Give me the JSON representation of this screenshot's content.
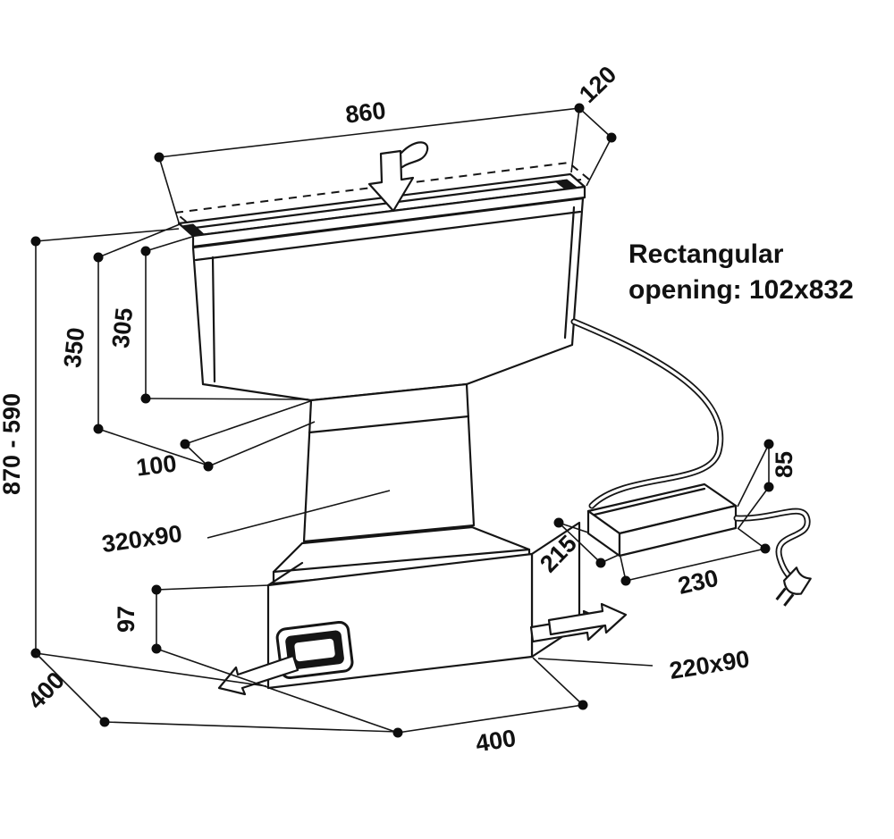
{
  "note": {
    "line1": "Rectangular",
    "line2": "opening: 102x832"
  },
  "dims": {
    "top_width": "860",
    "top_depth": "120",
    "height_range": "870 - 590",
    "panel_height_outer": "350",
    "panel_height_inner": "305",
    "bottom_offset": "100",
    "duct_section": "320x90",
    "base_height": "97",
    "base_depth": "400",
    "base_width": "400",
    "outlet_section": "220x90",
    "box_depth": "215",
    "box_length": "230",
    "box_height": "85"
  },
  "colors": {
    "line": "#151515",
    "background": "#ffffff"
  }
}
